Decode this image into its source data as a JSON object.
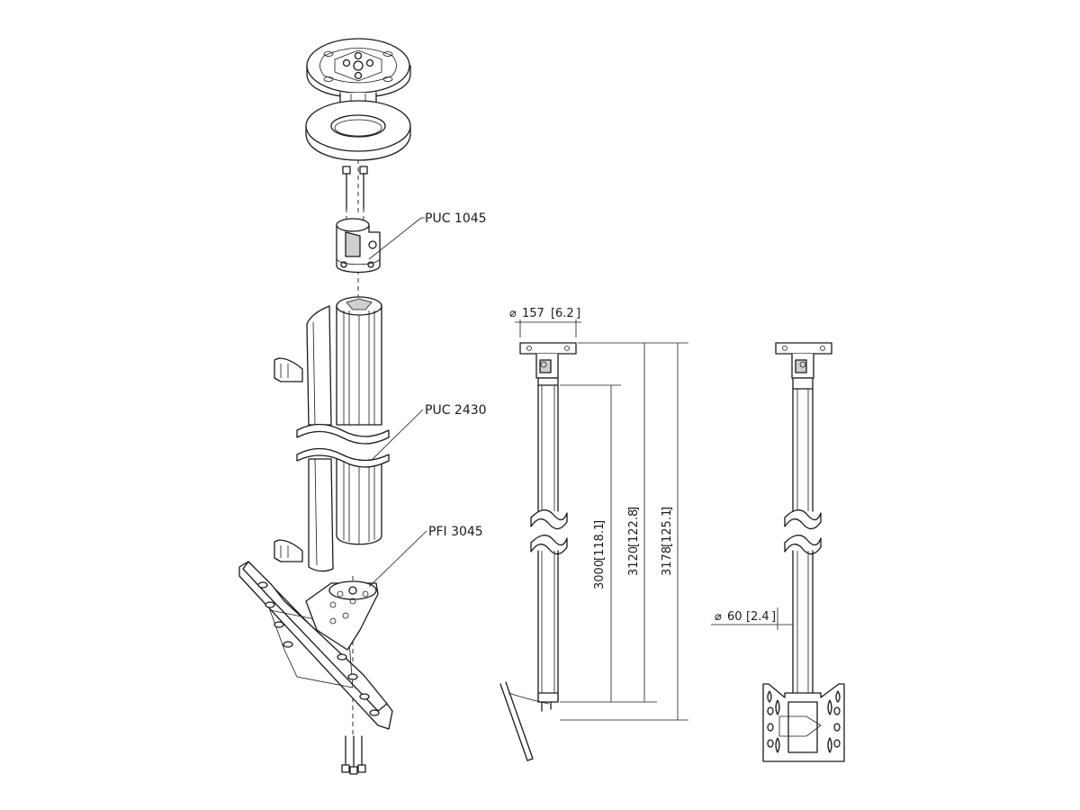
{
  "callouts": {
    "connector": "PUC 1045",
    "tube": "PUC 2430",
    "interface": "PFI 3045"
  },
  "dimensions": {
    "plate_diameter_mm": "157",
    "plate_diameter_in": "6.2",
    "tube_diameter_mm": "60",
    "tube_diameter_in": "2.4",
    "tube_length_mm": "3000",
    "tube_length_in": "118.1",
    "mid_length_mm": "3120",
    "mid_length_in": "122.8",
    "total_length_mm": "3178",
    "total_length_in": "125.1"
  },
  "icons": {
    "diameter": "⌀"
  }
}
